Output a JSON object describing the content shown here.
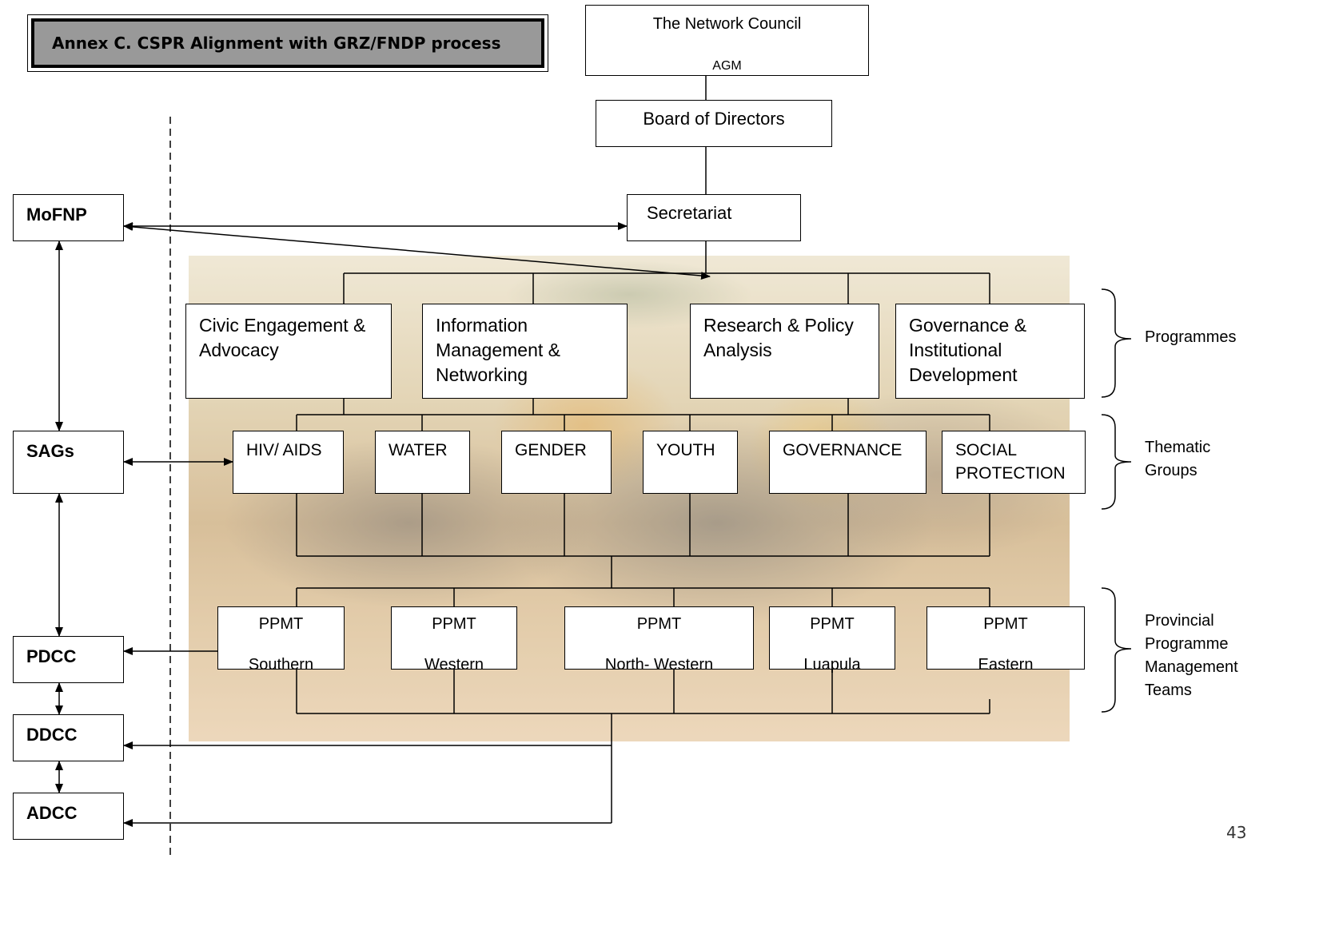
{
  "title": "Annex C. CSPR Alignment with GRZ/FNDP process",
  "top": {
    "network_council": "The Network Council",
    "agm": "AGM",
    "board": "Board of Directors",
    "secretariat": "Secretariat"
  },
  "left_column": [
    "MoFNP",
    "SAGs",
    "PDCC",
    "DDCC",
    "ADCC"
  ],
  "programmes": [
    "Civic Engagement & Advocacy",
    "Information Management & Networking",
    "Research & Policy Analysis",
    "Governance & Institutional Development"
  ],
  "thematic_groups": [
    "HIV/ AIDS",
    "WATER",
    "GENDER",
    "YOUTH",
    "GOVERNANCE",
    "SOCIAL PROTECTION"
  ],
  "ppmt": [
    {
      "name": "PPMT",
      "province": "Southern"
    },
    {
      "name": "PPMT",
      "province": "Western"
    },
    {
      "name": "PPMT",
      "province": "North- Western"
    },
    {
      "name": "PPMT",
      "province": "Luapula"
    },
    {
      "name": "PPMT",
      "province": "Eastern"
    }
  ],
  "group_labels": {
    "programmes": "Programmes",
    "thematic": "Thematic Groups",
    "provincial": "Provincial Programme Management Teams"
  },
  "page_number": "43"
}
